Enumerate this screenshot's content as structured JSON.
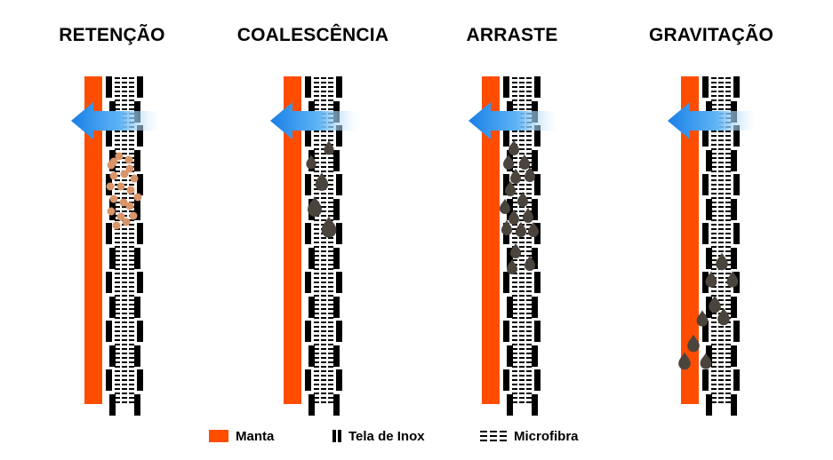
{
  "panels": [
    {
      "id": "retencao",
      "title": "RETENÇÃO"
    },
    {
      "id": "coalescencia",
      "title": "COALESCÊNCIA"
    },
    {
      "id": "arraste",
      "title": "ARRASTE"
    },
    {
      "id": "gravitacao",
      "title": "GRAVITAÇÃO"
    }
  ],
  "legend": {
    "manta": "Manta",
    "tela_inox": "Tela de Inox",
    "microfibra": "Microfibra"
  },
  "colors": {
    "manta": "#ff4d00",
    "tela": "#000000",
    "droplet_retention": "#d9956a",
    "droplet_dark": "#4a443d",
    "arrow_dark": "#1a7fe6",
    "arrow_light": "#bfe3ff"
  },
  "icons": [
    "flow-arrow-icon",
    "droplet-icon"
  ]
}
